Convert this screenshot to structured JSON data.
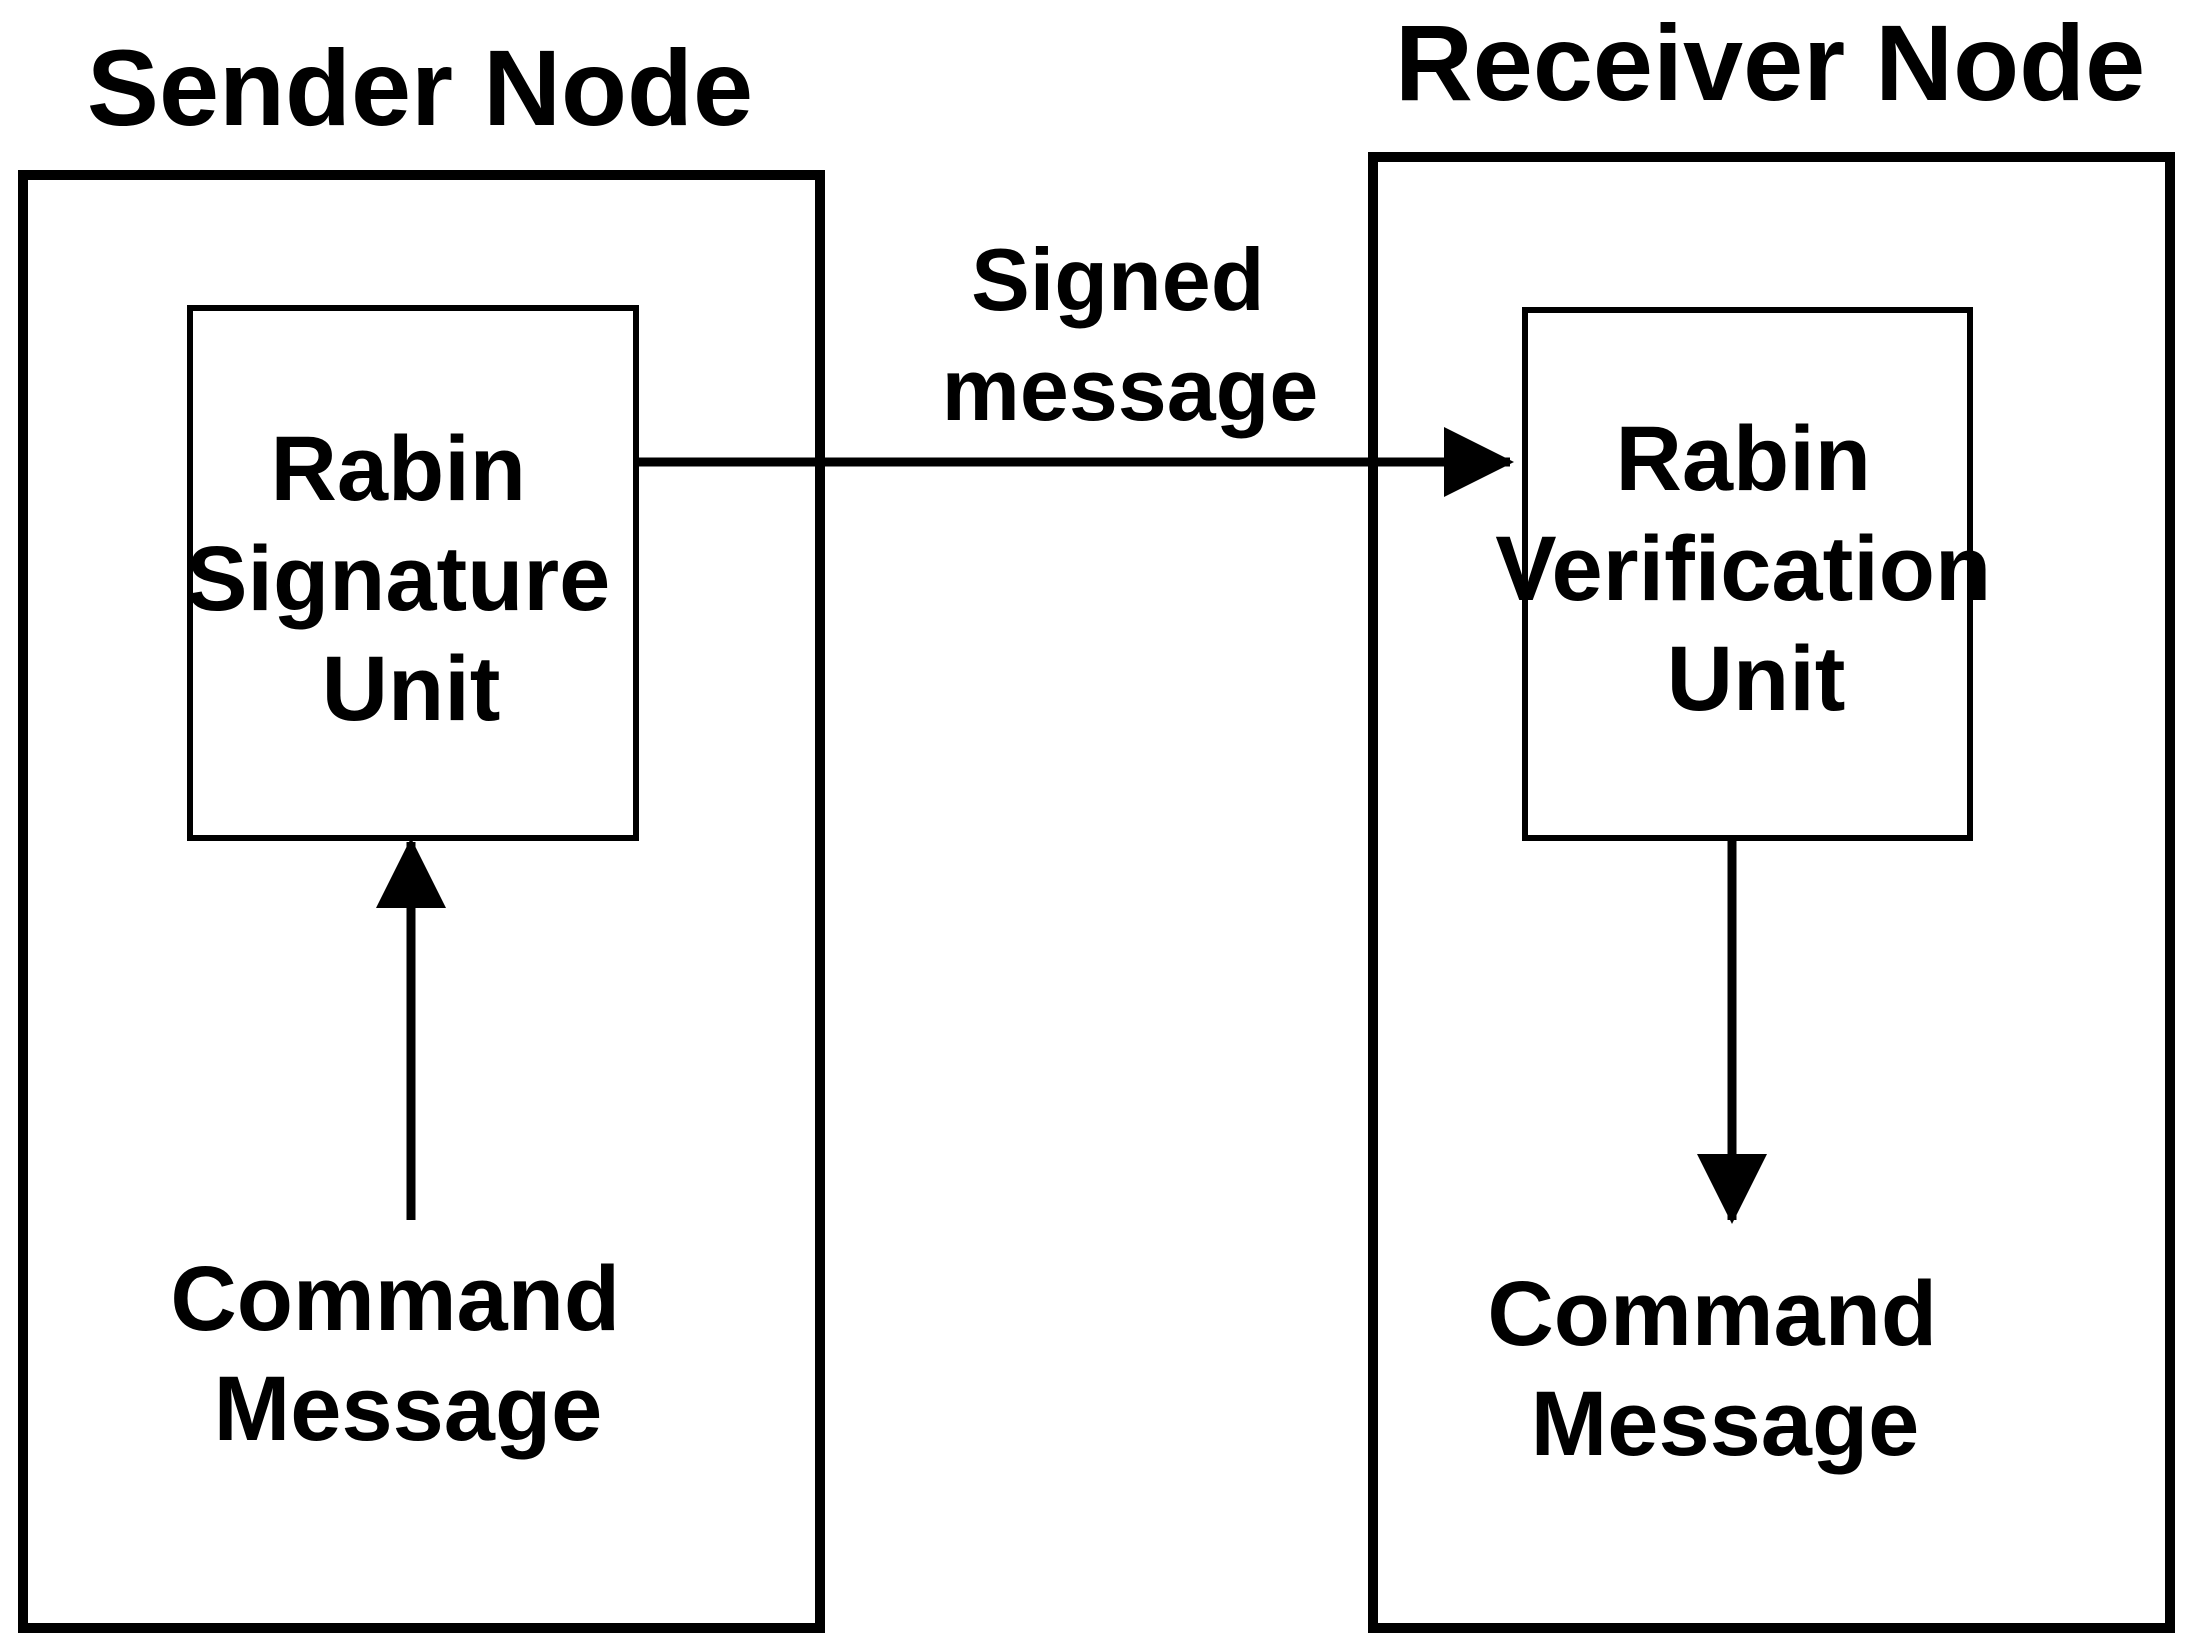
{
  "colors": {
    "stroke": "#000000",
    "background": "#ffffff"
  },
  "sender": {
    "title": "Sender Node",
    "unit_lines": [
      "Rabin",
      "Signature",
      "Unit"
    ],
    "message_lines": [
      "Command",
      "Message"
    ]
  },
  "receiver": {
    "title": "Receiver Node",
    "unit_lines": [
      "Rabin",
      "Verification",
      "Unit"
    ],
    "message_lines": [
      "Command",
      "Message"
    ]
  },
  "edge": {
    "label_lines": [
      "Signed",
      "message"
    ]
  }
}
